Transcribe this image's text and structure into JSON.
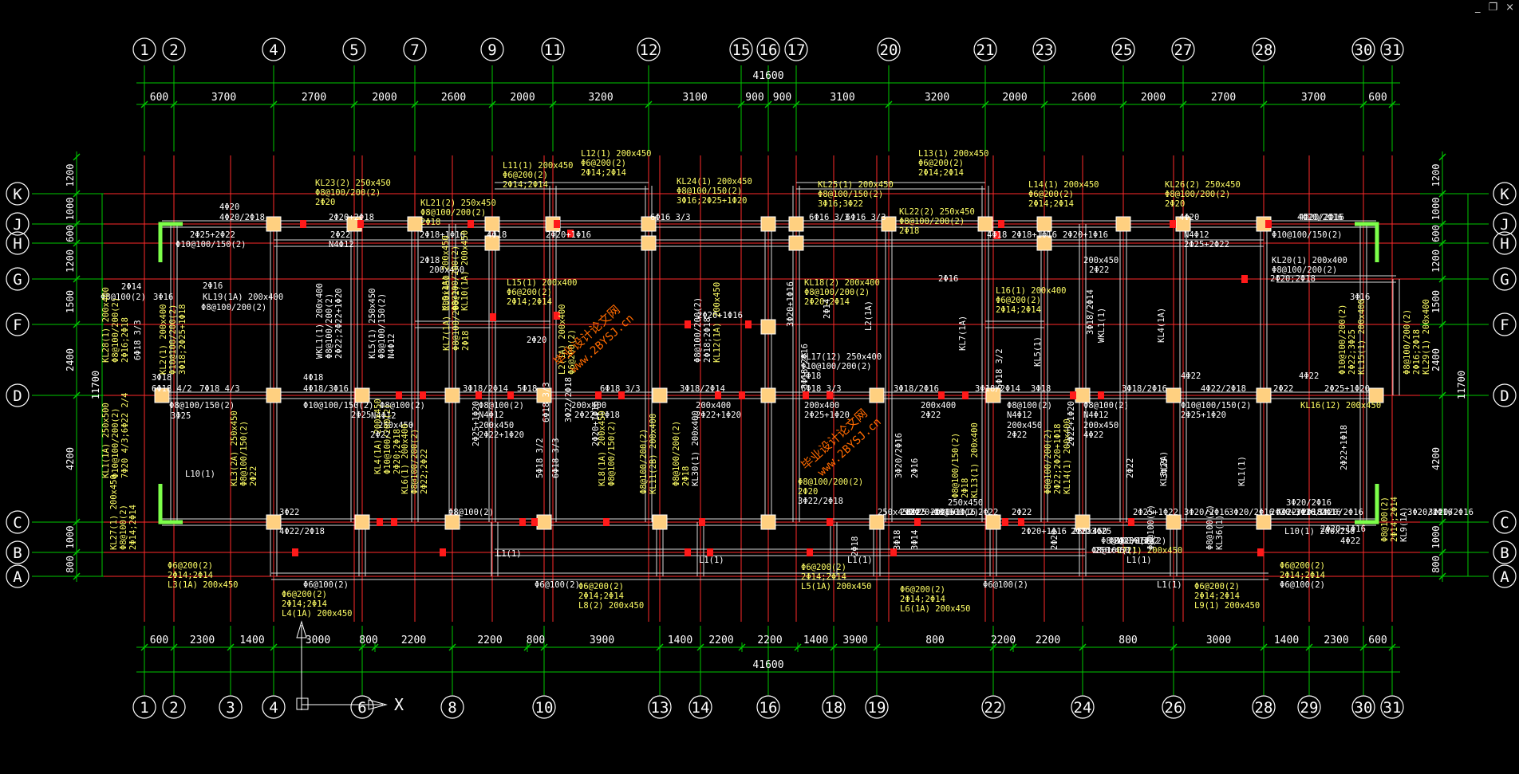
{
  "window": {
    "min_icon": "minimize-icon",
    "restore_icon": "restore-icon",
    "close_icon": "close-icon",
    "min_glyph": "_",
    "restore_glyph": "❐",
    "close_glyph": "×"
  },
  "colors": {
    "grid": "#00c800",
    "dim": "#00c800",
    "axis_red": "#ff2a2a",
    "beam": "#d9d9d9",
    "column": "#ffd080",
    "label_white": "#ffffff",
    "label_yellow": "#ffff66",
    "watermark": "#ff6a00",
    "bubble": "#ffffff"
  },
  "overall_dimension": "41600",
  "top_axes": [
    "1",
    "2",
    "4",
    "5",
    "7",
    "9",
    "11",
    "12",
    "15",
    "16",
    "17",
    "20",
    "21",
    "23",
    "25",
    "27",
    "28",
    "30",
    "31"
  ],
  "top_spans": [
    "600",
    "3700",
    "2700",
    "2000",
    "2600",
    "2000",
    "3200",
    "3100",
    "900",
    "900",
    "3100",
    "3200",
    "2000",
    "2600",
    "2000",
    "2700",
    "3700",
    "600"
  ],
  "bottom_axes": [
    "1",
    "2",
    "3",
    "4",
    "6",
    "8",
    "10",
    "13",
    "14",
    "16",
    "18",
    "19",
    "22",
    "24",
    "26",
    "28",
    "29",
    "30",
    "31"
  ],
  "bottom_spans": [
    "600",
    "2300",
    "1400",
    "3000",
    "800",
    "2200",
    "2200",
    "800",
    "3900",
    "1400",
    "2200",
    "2200",
    "1400",
    "3900",
    "800",
    "2200",
    "2200",
    "800",
    "3000",
    "1400",
    "2300",
    "600"
  ],
  "row_axes": [
    "K",
    "J",
    "H",
    "G",
    "F",
    "D",
    "C",
    "B",
    "A"
  ],
  "left_dims": [
    "1200",
    "1000",
    "600",
    "1200",
    "1500",
    "2400",
    "4200",
    "1000",
    "800"
  ],
  "left_total": "11700",
  "ucs_label": "X",
  "watermarks": [
    "毕业设计论文网",
    "www.2BYSJ.cn"
  ],
  "annotations": [
    {
      "t": "KL23(2) 250x450",
      "c": "y"
    },
    {
      "t": "Φ8@100/200(2)",
      "c": "y"
    },
    {
      "t": "2Φ20",
      "c": "y"
    },
    {
      "t": "KL21(2) 250x450",
      "c": "y"
    },
    {
      "t": "Φ8@100/200(2)",
      "c": "y"
    },
    {
      "t": "2Φ18",
      "c": "y"
    },
    {
      "t": "L11(1) 200x450",
      "c": "y"
    },
    {
      "t": "Φ6@200(2)",
      "c": "y"
    },
    {
      "t": "2Φ14;2Φ14",
      "c": "y"
    },
    {
      "t": "L12(1) 200x450",
      "c": "y"
    },
    {
      "t": "Φ6@200(2)",
      "c": "y"
    },
    {
      "t": "2Φ14;2Φ14",
      "c": "y"
    },
    {
      "t": "KL24(1) 200x450",
      "c": "y"
    },
    {
      "t": "Φ8@100/150(2)",
      "c": "y"
    },
    {
      "t": "3Φ16;2Φ25+1Φ20",
      "c": "y"
    },
    {
      "t": "KL25(1) 200x450",
      "c": "y"
    },
    {
      "t": "Φ8@100/150(2)",
      "c": "y"
    },
    {
      "t": "3Φ16;3Φ22",
      "c": "y"
    },
    {
      "t": "L13(1) 200x450",
      "c": "y"
    },
    {
      "t": "Φ6@200(2)",
      "c": "y"
    },
    {
      "t": "2Φ14;2Φ14",
      "c": "y"
    },
    {
      "t": "KL22(2) 250x450",
      "c": "y"
    },
    {
      "t": "Φ8@100/200(2)",
      "c": "y"
    },
    {
      "t": "2Φ18",
      "c": "y"
    },
    {
      "t": "L14(1) 200x450",
      "c": "y"
    },
    {
      "t": "Φ6@200(2)",
      "c": "y"
    },
    {
      "t": "2Φ14;2Φ14",
      "c": "y"
    },
    {
      "t": "KL26(2) 250x450",
      "c": "y"
    },
    {
      "t": "Φ8@100/200(2)",
      "c": "y"
    },
    {
      "t": "2Φ20",
      "c": "y"
    },
    {
      "t": "4Φ20",
      "c": "w"
    },
    {
      "t": "4Φ20/2Φ18",
      "c": "w"
    },
    {
      "t": "2Φ20+2Φ18",
      "c": "w"
    },
    {
      "t": "4Φ20",
      "c": "w"
    },
    {
      "t": "4Φ20/2Φ16",
      "c": "w"
    },
    {
      "t": "4Φ20/2Φ16",
      "c": "w"
    },
    {
      "t": "2Φ25+2Φ22",
      "c": "w"
    },
    {
      "t": "Φ10@100/150(2)",
      "c": "w"
    },
    {
      "t": "2Φ22",
      "c": "w"
    },
    {
      "t": "N4Φ12",
      "c": "w"
    },
    {
      "t": "2Φ18+1Φ16",
      "c": "w"
    },
    {
      "t": "2Φ18",
      "c": "w"
    },
    {
      "t": "200x450",
      "c": "w"
    },
    {
      "t": "4Φ18",
      "c": "w"
    },
    {
      "t": "2Φ20+1Φ16",
      "c": "w"
    },
    {
      "t": "6Φ16 3/3",
      "c": "w"
    },
    {
      "t": "6Φ16 3/3",
      "c": "w"
    },
    {
      "t": "6Φ16 3/3",
      "c": "w"
    },
    {
      "t": "4Φ18",
      "c": "w"
    },
    {
      "t": "2Φ18+1Φ16",
      "c": "w"
    },
    {
      "t": "2Φ20+1Φ16",
      "c": "w"
    },
    {
      "t": "2Φ16",
      "c": "w"
    },
    {
      "t": "200x450",
      "c": "w"
    },
    {
      "t": "2Φ22",
      "c": "w"
    },
    {
      "t": "N4Φ12",
      "c": "w"
    },
    {
      "t": "2Φ25+2Φ22",
      "c": "w"
    },
    {
      "t": "Φ10@100/150(2)",
      "c": "w"
    },
    {
      "t": "KL20(1) 200x400",
      "c": "w"
    },
    {
      "t": "Φ8@100/200(2)",
      "c": "w"
    },
    {
      "t": "2Φ20;2Φ18",
      "c": "w"
    },
    {
      "t": "3Φ16",
      "c": "w"
    },
    {
      "t": "3Φ16",
      "c": "w"
    },
    {
      "t": "2Φ14",
      "c": "w"
    },
    {
      "t": "Φ8@100(2)",
      "c": "w"
    },
    {
      "t": "2Φ16",
      "c": "w"
    },
    {
      "t": "KL19(1A) 200x400",
      "c": "w"
    },
    {
      "t": "Φ8@100/200(2)",
      "c": "w"
    },
    {
      "t": "L15(1) 200x400",
      "c": "y"
    },
    {
      "t": "Φ6@200(2)",
      "c": "y"
    },
    {
      "t": "2Φ14;2Φ14",
      "c": "y"
    },
    {
      "t": "KL18(2) 200x400",
      "c": "y"
    },
    {
      "t": "Φ8@100/200(2)",
      "c": "y"
    },
    {
      "t": "2Φ20;2Φ14",
      "c": "y"
    },
    {
      "t": "L16(1) 200x400",
      "c": "y"
    },
    {
      "t": "Φ6@200(2)",
      "c": "y"
    },
    {
      "t": "2Φ14;2Φ14",
      "c": "y"
    },
    {
      "t": "2Φ20+1Φ16",
      "c": "w"
    },
    {
      "t": "2Φ20",
      "c": "w"
    },
    {
      "t": "KL17(12) 250x400",
      "c": "w"
    },
    {
      "t": "Φ10@100/200(2)",
      "c": "w"
    },
    {
      "t": "2Φ18",
      "c": "w"
    },
    {
      "t": "3Φ18",
      "c": "w"
    },
    {
      "t": "4Φ18",
      "c": "w"
    },
    {
      "t": "6Φ18 4/2",
      "c": "w"
    },
    {
      "t": "7Φ18 4/3",
      "c": "w"
    },
    {
      "t": "4Φ18/3Φ16",
      "c": "w"
    },
    {
      "t": "3Φ18/2Φ14",
      "c": "w"
    },
    {
      "t": "5Φ18",
      "c": "w"
    },
    {
      "t": "6Φ18 3/3",
      "c": "w"
    },
    {
      "t": "3Φ18/2Φ14",
      "c": "w"
    },
    {
      "t": "6Φ18 3/3",
      "c": "w"
    },
    {
      "t": "3Φ18/2Φ16",
      "c": "w"
    },
    {
      "t": "3Φ18/2Φ14",
      "c": "w"
    },
    {
      "t": "3Φ18",
      "c": "w"
    },
    {
      "t": "3Φ18/2Φ16",
      "c": "w"
    },
    {
      "t": "4Φ22",
      "c": "w"
    },
    {
      "t": "4Φ22/2Φ18",
      "c": "w"
    },
    {
      "t": "2Φ22",
      "c": "w"
    },
    {
      "t": "4Φ22",
      "c": "w"
    },
    {
      "t": "2Φ25+1Φ20",
      "c": "w"
    },
    {
      "t": "Φ8@100/150(2)",
      "c": "w"
    },
    {
      "t": "3Φ25",
      "c": "w"
    },
    {
      "t": "Φ10@100/150(2)",
      "c": "w"
    },
    {
      "t": "2Φ25",
      "c": "w"
    },
    {
      "t": "Φ8@100(2)",
      "c": "w"
    },
    {
      "t": "N4Φ12",
      "c": "w"
    },
    {
      "t": "250x450",
      "c": "w"
    },
    {
      "t": "2Φ22",
      "c": "w"
    },
    {
      "t": "Φ8@100(2)",
      "c": "w"
    },
    {
      "t": "N4Φ12",
      "c": "w"
    },
    {
      "t": "200x450",
      "c": "w"
    },
    {
      "t": "2Φ22+1Φ20",
      "c": "w"
    },
    {
      "t": "200x400",
      "c": "w"
    },
    {
      "t": "2Φ22+1Φ18",
      "c": "w"
    },
    {
      "t": "200x400",
      "c": "w"
    },
    {
      "t": "2Φ22+1Φ20",
      "c": "w"
    },
    {
      "t": "200x400",
      "c": "w"
    },
    {
      "t": "2Φ25+1Φ20",
      "c": "w"
    },
    {
      "t": "200x400",
      "c": "w"
    },
    {
      "t": "2Φ22",
      "c": "w"
    },
    {
      "t": "Φ8@100(2)",
      "c": "w"
    },
    {
      "t": "N4Φ12",
      "c": "w"
    },
    {
      "t": "200x450",
      "c": "w"
    },
    {
      "t": "2Φ22",
      "c": "w"
    },
    {
      "t": "Φ8@100(2)",
      "c": "w"
    },
    {
      "t": "N4Φ12",
      "c": "w"
    },
    {
      "t": "200x450",
      "c": "w"
    },
    {
      "t": "4Φ22",
      "c": "w"
    },
    {
      "t": "Φ10@100/150(2)",
      "c": "w"
    },
    {
      "t": "2Φ25+1Φ20",
      "c": "w"
    },
    {
      "t": "KL16(12) 200x450",
      "c": "y"
    },
    {
      "t": "Φ8@100/200(2)",
      "c": "y"
    },
    {
      "t": "2Φ20",
      "c": "y"
    },
    {
      "t": "3Φ22/2Φ18",
      "c": "w"
    },
    {
      "t": "2Φ20+1Φ16",
      "c": "w"
    },
    {
      "t": "3Φ20/2Φ16",
      "c": "w"
    },
    {
      "t": "3Φ20/2Φ16",
      "c": "w"
    },
    {
      "t": "3Φ20/2Φ16",
      "c": "w"
    },
    {
      "t": "3Φ20/2Φ16",
      "c": "w"
    },
    {
      "t": "3Φ20/2Φ16",
      "c": "w"
    },
    {
      "t": "3Φ20/2Φ16",
      "c": "w"
    },
    {
      "t": "3Φ20/2Φ16",
      "c": "w"
    },
    {
      "t": "2Φ20+1Φ16",
      "c": "w"
    },
    {
      "t": "4Φ22",
      "c": "w"
    },
    {
      "t": "4Φ22/2Φ18",
      "c": "w"
    },
    {
      "t": "3Φ22",
      "c": "w"
    },
    {
      "t": "4Φ22/2Φ18",
      "c": "w"
    },
    {
      "t": "2Φ25+1Φ22",
      "c": "w"
    },
    {
      "t": "Φ8@100(2)",
      "c": "w"
    },
    {
      "t": "250x450",
      "c": "w"
    },
    {
      "t": "3Φ25",
      "c": "w"
    },
    {
      "t": "Φ8@100(2)",
      "c": "w"
    },
    {
      "t": "250x450",
      "c": "w"
    },
    {
      "t": "2Φ22",
      "c": "w"
    },
    {
      "t": "2Φ20+1Φ16",
      "c": "w"
    },
    {
      "t": "2Φ20+1Φ16",
      "c": "w"
    },
    {
      "t": "2Φ22",
      "c": "w"
    },
    {
      "t": "2Φ22",
      "c": "w"
    },
    {
      "t": "2Φ20+1Φ16",
      "c": "w"
    },
    {
      "t": "2Φ22",
      "c": "w"
    },
    {
      "t": "Φ8@100/150(2)",
      "c": "w"
    },
    {
      "t": "3Φ25",
      "c": "w"
    },
    {
      "t": "Φ8@100(2)",
      "c": "w"
    },
    {
      "t": "250x450",
      "c": "w"
    },
    {
      "t": "2Φ25+1Φ22",
      "c": "w"
    },
    {
      "t": "Φ8@100(2)",
      "c": "w"
    },
    {
      "t": "250x450",
      "c": "w"
    },
    {
      "t": "L7(1) 200x450",
      "c": "y"
    },
    {
      "t": "Φ6@200(2)",
      "c": "y"
    },
    {
      "t": "2Φ14;2Φ14",
      "c": "y"
    },
    {
      "t": "L3(1A) 200x450",
      "c": "y"
    },
    {
      "t": "Φ6@200(2)",
      "c": "y"
    },
    {
      "t": "2Φ14;2Φ14",
      "c": "y"
    },
    {
      "t": "L4(1A) 200x450",
      "c": "y"
    },
    {
      "t": "Φ6@200(2)",
      "c": "y"
    },
    {
      "t": "2Φ14;2Φ14",
      "c": "y"
    },
    {
      "t": "L8(2) 200x450",
      "c": "y"
    },
    {
      "t": "Φ6@200(2)",
      "c": "y"
    },
    {
      "t": "2Φ14;2Φ14",
      "c": "y"
    },
    {
      "t": "L5(1A) 200x450",
      "c": "y"
    },
    {
      "t": "Φ6@200(2)",
      "c": "y"
    },
    {
      "t": "2Φ14;2Φ14",
      "c": "y"
    },
    {
      "t": "L6(1A) 200x450",
      "c": "y"
    },
    {
      "t": "Φ6@200(2)",
      "c": "y"
    },
    {
      "t": "2Φ14;2Φ14",
      "c": "y"
    },
    {
      "t": "L9(1) 200x450",
      "c": "y"
    },
    {
      "t": "Φ6@200(2)",
      "c": "y"
    },
    {
      "t": "2Φ14;2Φ14",
      "c": "y"
    },
    {
      "t": "Φ6@100(2)",
      "c": "w"
    },
    {
      "t": "Φ6@100(2)",
      "c": "w"
    },
    {
      "t": "Φ6@100(2)",
      "c": "w"
    },
    {
      "t": "Φ6@100(2)",
      "c": "w"
    },
    {
      "t": "L1(1)",
      "c": "w"
    },
    {
      "t": "L1(1)",
      "c": "w"
    },
    {
      "t": "L1(1)",
      "c": "w"
    },
    {
      "t": "L1(1)",
      "c": "w"
    },
    {
      "t": "L1(1)",
      "c": "w"
    },
    {
      "t": "L10(1) 200x250",
      "c": "w"
    },
    {
      "t": "L10(1)",
      "c": "w"
    }
  ],
  "vertical_annotations": [
    {
      "t": "KL28(1) 200x400",
      "c": "y"
    },
    {
      "t": "Φ8@100/200(2)",
      "c": "y"
    },
    {
      "t": "2Φ16;2Φ18",
      "c": "y"
    },
    {
      "t": "6Φ18 3/3",
      "c": "w"
    },
    {
      "t": "KL2(1) 200x400",
      "c": "y"
    },
    {
      "t": "Φ10@100/200(2)",
      "c": "y"
    },
    {
      "t": "3Φ18;2Φ25+1Φ18",
      "c": "y"
    },
    {
      "t": "KL1(1A) 250x500",
      "c": "y"
    },
    {
      "t": "Φ10@100/200(2)",
      "c": "y"
    },
    {
      "t": "7Φ20 4/3;6Φ22 2/4",
      "c": "y"
    },
    {
      "t": "KL27(1) 200x450",
      "c": "y"
    },
    {
      "t": "Φ8@100(2)",
      "c": "y"
    },
    {
      "t": "2Φ14;2Φ14",
      "c": "y"
    },
    {
      "t": "KL3(2A) 250x450",
      "c": "y"
    },
    {
      "t": "Φ8@100/150(2)",
      "c": "y"
    },
    {
      "t": "2Φ22",
      "c": "y"
    },
    {
      "t": "WKL1(1) 200x400",
      "c": "w"
    },
    {
      "t": "Φ8@100/200(2)",
      "c": "w"
    },
    {
      "t": "2Φ22;2Φ22+1Φ20",
      "c": "w"
    },
    {
      "t": "KL5(1) 250x450",
      "c": "w"
    },
    {
      "t": "Φ8@100/150(2)",
      "c": "w"
    },
    {
      "t": "N4Φ12",
      "c": "w"
    },
    {
      "t": "KL4(1A) 200x450",
      "c": "y"
    },
    {
      "t": "Φ10@100/200(2)",
      "c": "y"
    },
    {
      "t": "2Φ20;2Φ18",
      "c": "y"
    },
    {
      "t": "KL6(1) 200x400",
      "c": "y"
    },
    {
      "t": "Φ8@100/200(2)",
      "c": "y"
    },
    {
      "t": "2Φ22;2Φ22",
      "c": "y"
    },
    {
      "t": "KL7(1A) 200x450",
      "c": "y"
    },
    {
      "t": "Φ8@100/200(2)",
      "c": "y"
    },
    {
      "t": "2Φ18",
      "c": "y"
    },
    {
      "t": "L2(1A) 200x400",
      "c": "y"
    },
    {
      "t": "Φ6@200(2)",
      "c": "y"
    },
    {
      "t": "KL8(1A) 200x450",
      "c": "y"
    },
    {
      "t": "Φ8@100/150(2)",
      "c": "y"
    },
    {
      "t": "KL9(1A) 200x450",
      "c": "y"
    },
    {
      "t": "Φ8@100/200(2)",
      "c": "y"
    },
    {
      "t": "KL10(1A) 200x450",
      "c": "y"
    },
    {
      "t": "Φ8@100/200(2)",
      "c": "y"
    },
    {
      "t": "KL11(2B) 200x400",
      "c": "y"
    },
    {
      "t": "Φ8@100/200(2)",
      "c": "y"
    },
    {
      "t": "2Φ18",
      "c": "y"
    },
    {
      "t": "KL30(1) 200x400",
      "c": "w"
    },
    {
      "t": "Φ8@100/200(2)",
      "c": "w"
    },
    {
      "t": "2Φ18;2Φ18",
      "c": "w"
    },
    {
      "t": "KL12(1A) 200x450",
      "c": "y"
    },
    {
      "t": "Φ8@100/150(2)",
      "c": "y"
    },
    {
      "t": "2Φ18",
      "c": "y"
    },
    {
      "t": "KL13(1) 200x400",
      "c": "y"
    },
    {
      "t": "Φ8@100/200(2)",
      "c": "y"
    },
    {
      "t": "2Φ22;2Φ20+1Φ18",
      "c": "y"
    },
    {
      "t": "KL14(1) 200x400",
      "c": "y"
    },
    {
      "t": "Φ10@100/200(2)",
      "c": "y"
    },
    {
      "t": "2Φ22;3Φ25",
      "c": "y"
    },
    {
      "t": "KL15(1) 200x400",
      "c": "y"
    },
    {
      "t": "Φ8@100/200(2)",
      "c": "y"
    },
    {
      "t": "2Φ16;2Φ18",
      "c": "y"
    },
    {
      "t": "KL29(1) 200x400",
      "c": "y"
    },
    {
      "t": "Φ8@100(2)",
      "c": "y"
    },
    {
      "t": "2Φ14;2Φ14",
      "c": "y"
    },
    {
      "t": "KL9(1A)",
      "c": "w"
    },
    {
      "t": "L2(1A)",
      "c": "w"
    },
    {
      "t": "KL7(1A)",
      "c": "w"
    },
    {
      "t": "KL5(1)",
      "c": "w"
    },
    {
      "t": "WKL1(1)",
      "c": "w"
    },
    {
      "t": "KL4(1A)",
      "c": "w"
    },
    {
      "t": "KL3(2A)",
      "c": "w"
    },
    {
      "t": "KL1(1)",
      "c": "w"
    },
    {
      "t": "2Φ22+1Φ18",
      "c": "w"
    },
    {
      "t": "2Φ25+1Φ20",
      "c": "w"
    },
    {
      "t": "2Φ20+1Φ16",
      "c": "w"
    },
    {
      "t": "2Φ22+1Φ20",
      "c": "w"
    },
    {
      "t": "3Φ18/2Φ14",
      "c": "w"
    },
    {
      "t": "3Φ18/2Φ16",
      "c": "w"
    },
    {
      "t": "5Φ18 3/2",
      "c": "w"
    },
    {
      "t": "5Φ18 3/2",
      "c": "w"
    },
    {
      "t": "6Φ18 3/3",
      "c": "w"
    },
    {
      "t": "6Φ18 3/3",
      "c": "w"
    },
    {
      "t": "3Φ22/2Φ18",
      "c": "w"
    },
    {
      "t": "3Φ20/2Φ16",
      "c": "w"
    },
    {
      "t": "2Φ16",
      "c": "w"
    },
    {
      "t": "2Φ14",
      "c": "w"
    },
    {
      "t": "3Φ14",
      "c": "w"
    },
    {
      "t": "2Φ18",
      "c": "w"
    },
    {
      "t": "3Φ18",
      "c": "w"
    },
    {
      "t": "2Φ20",
      "c": "w"
    },
    {
      "t": "2Φ22",
      "c": "w"
    },
    {
      "t": "3Φ25",
      "c": "w"
    },
    {
      "t": "Φ8@100(2)",
      "c": "w"
    },
    {
      "t": "Φ8@100(2)",
      "c": "w"
    },
    {
      "t": "KL36(1)",
      "c": "w"
    },
    {
      "t": "3Φ20+1Φ16",
      "c": "w"
    }
  ]
}
